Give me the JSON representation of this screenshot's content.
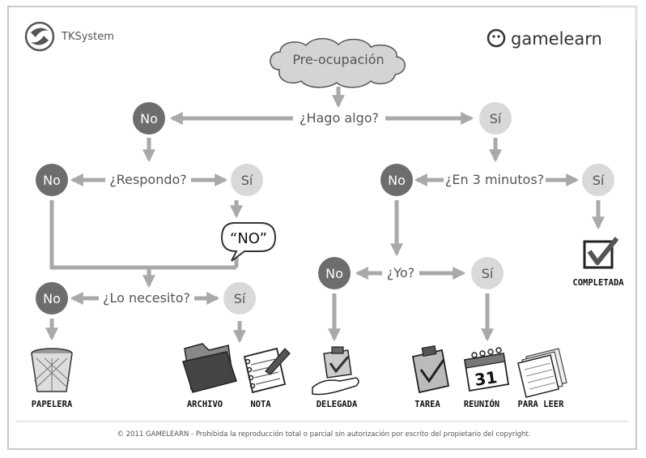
{
  "header": {
    "left_brand": "TKSystem",
    "right_brand": "gamelearn"
  },
  "nodes": {
    "start": "Pre-ocupación",
    "q_hago": "¿Hago algo?",
    "q_respondo": "¿Respondo?",
    "q_3min": "¿En 3 minutos?",
    "q_yo": "¿Yo?",
    "q_necesito": "¿Lo necesito?",
    "no_answer": "“NO”",
    "no_label": "No",
    "si_label": "Sí"
  },
  "outcomes": {
    "completada": "COMPLETADA",
    "papelera": "PAPELERA",
    "archivo": "ARCHIVO",
    "nota": "NOTA",
    "delegada": "DELEGADA",
    "tarea": "TAREA",
    "reunion": "REUNIÓN",
    "para_leer": "PARA LEER",
    "calendar_day": "31"
  },
  "footer": {
    "copyright": "© 2011 GAMELEARN - Prohibida la reproducción total o parcial sin autorización por escrito del propietario del copyright."
  },
  "colors": {
    "no_circle": "#6d6d6d",
    "si_circle": "#d9d9d9",
    "arrow": "#a9a9a9",
    "cloud": "#d4d4d4"
  }
}
